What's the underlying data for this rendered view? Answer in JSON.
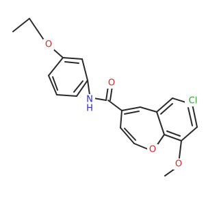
{
  "molecule": {
    "atoms": [
      {
        "id": "O_ethoxy",
        "label": "O",
        "color": "#e2232a"
      },
      {
        "id": "N_amide",
        "label": "N",
        "color": "#2b2bd9"
      },
      {
        "id": "H_amide",
        "label": "H",
        "color": "#2b2bd9"
      },
      {
        "id": "O_carbonyl",
        "label": "O",
        "color": "#e2232a"
      },
      {
        "id": "Cl",
        "label": "Cl",
        "color": "#2fa52f"
      },
      {
        "id": "O_ring",
        "label": "O",
        "color": "#e2232a"
      },
      {
        "id": "O_methoxy",
        "label": "O",
        "color": "#e2232a"
      }
    ],
    "bond_color": "#2a2a2a"
  }
}
